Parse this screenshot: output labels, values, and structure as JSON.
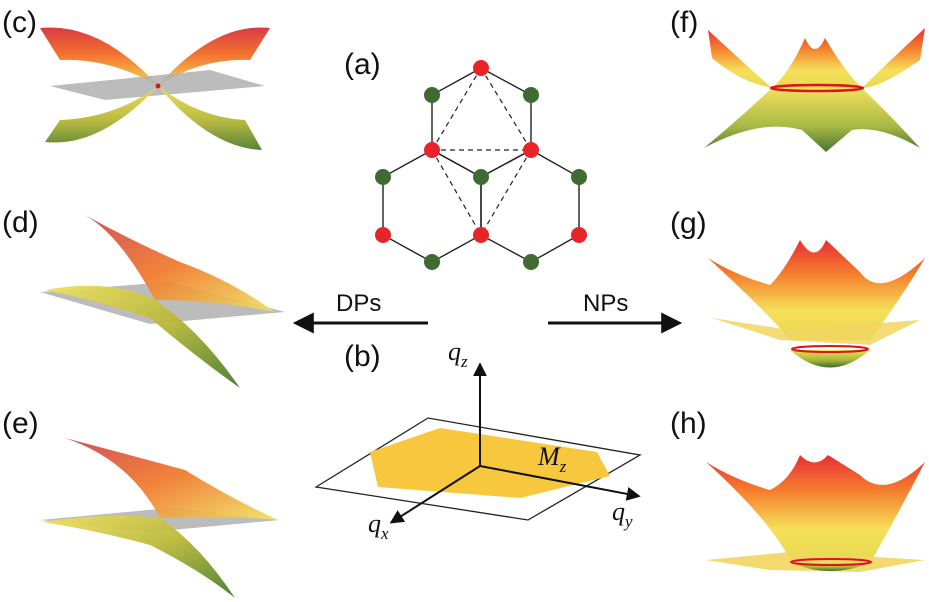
{
  "panels": {
    "a": "(a)",
    "b": "(b)",
    "c": "(c)",
    "d": "(d)",
    "e": "(e)",
    "f": "(f)",
    "g": "(g)",
    "h": "(h)"
  },
  "arrows": {
    "left_label": "DPs",
    "right_label": "NPs"
  },
  "axes": {
    "qz": {
      "main": "q",
      "sub": "z"
    },
    "qx": {
      "main": "q",
      "sub": "x"
    },
    "qy": {
      "main": "q",
      "sub": "y"
    },
    "mirror": {
      "main": "M",
      "sub": "z"
    }
  },
  "colors": {
    "red_atom": "#e8242a",
    "green_atom": "#3f6b32",
    "plane_fill": "#f7c83e",
    "band_top": "#e8232a",
    "band_mid": "#f5e05a",
    "band_bottom": "#4f7d2e",
    "flat_plane": "#a8a8a8",
    "nodal_line": "#d8161c"
  }
}
